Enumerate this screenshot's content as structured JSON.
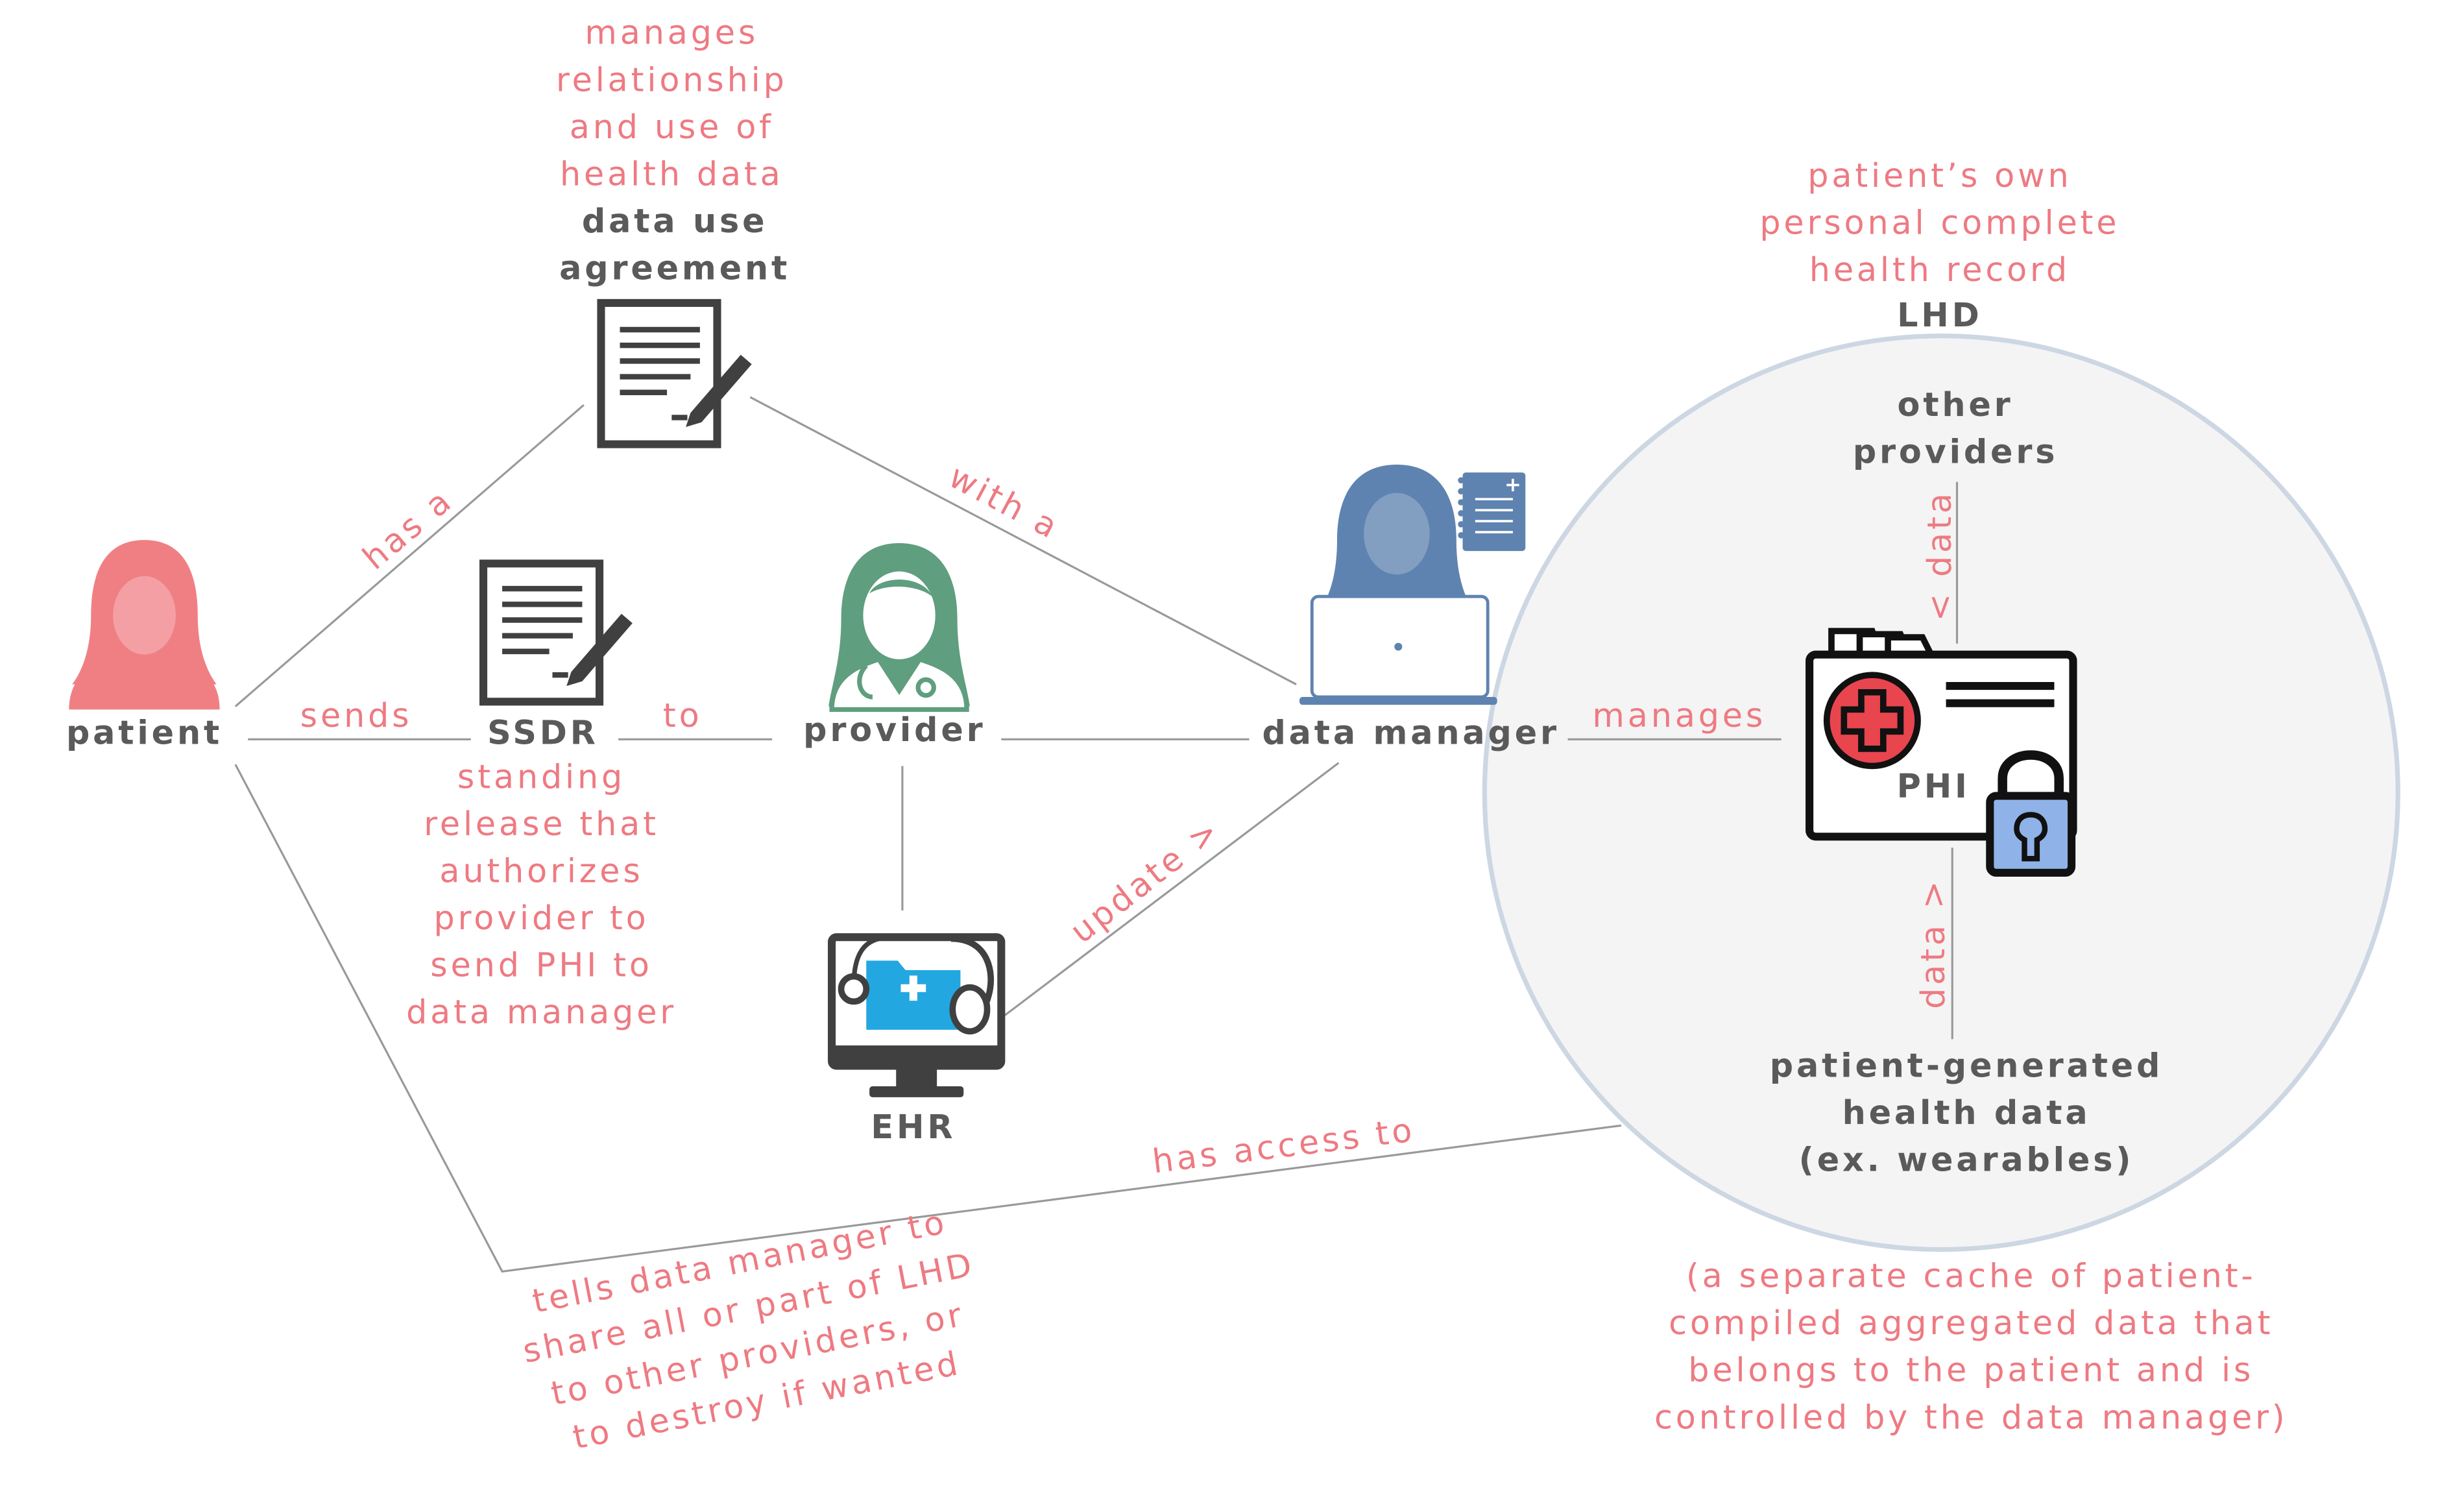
{
  "colors": {
    "accent_text": "#ee7a82",
    "node_text": "#5a5a5a",
    "connector": "#999999",
    "patient": "#f07f84",
    "provider": "#5f9e7f",
    "data_manager": "#5f83b0",
    "circle_fill": "#f4f4f4",
    "circle_stroke": "#cdd7e3",
    "ehr_folder": "#23a7e0",
    "phi_cross": "#e8454f",
    "phi_lock": "#8fb3e8"
  },
  "nodes": {
    "patient": "patient",
    "ssdr": "SSDR",
    "provider": "provider",
    "data_manager": "data manager",
    "dua": [
      "data use",
      "agreement"
    ],
    "ehr": "EHR",
    "lhd": "LHD",
    "phi": "PHI",
    "other_providers": [
      "other",
      "providers"
    ],
    "pghd": [
      "patient-generated",
      "health data",
      "(ex. wearables)"
    ]
  },
  "annotations": {
    "dua_note": [
      "manages",
      "relationship",
      "and use of",
      "health data"
    ],
    "lhd_note": [
      "patient’s own",
      "personal complete",
      "health record"
    ],
    "ssdr_note": [
      "standing",
      "release that",
      "authorizes",
      "provider to",
      "send PHI to",
      "data manager"
    ],
    "tells_note": [
      "tells data manager to",
      "share all or part of LHD",
      "to other providers, or",
      "to destroy if wanted"
    ],
    "cache_note": [
      "(a separate cache of patient-",
      "compiled aggregated data that",
      "belongs to the patient and is",
      "controlled by the data manager)"
    ]
  },
  "edges": {
    "has_a": "has a",
    "with_a": "with a",
    "sends": "sends",
    "to": "to",
    "manages": "manages",
    "update": "update >",
    "has_access_to": "has access to",
    "data_down": "< data",
    "data_up": "data >"
  },
  "icons": {
    "patient": "female-user-icon",
    "provider": "female-doctor-icon",
    "data_manager": "woman-at-laptop-icon",
    "dua": "signed-document-icon",
    "ssdr": "signed-document-icon",
    "ehr": "computer-medical-record-icon",
    "phi": "locked-medical-folder-icon",
    "notepad": "notepad-icon"
  }
}
